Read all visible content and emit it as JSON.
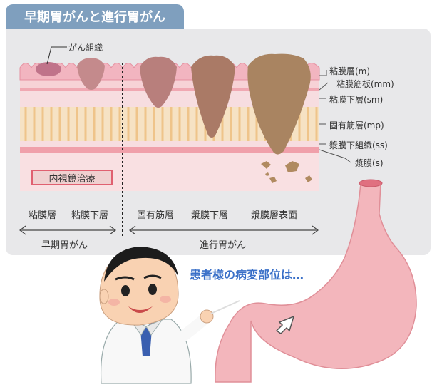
{
  "title": "早期胃がんと進行胃がん",
  "labels": {
    "cancer_tissue": "がん組織",
    "mucosa": "粘膜層(m)",
    "muscularis_mucosae": "粘膜筋板(mm)",
    "submucosa": "粘膜下層(sm)",
    "muscularis_propria": "固有筋層(mp)",
    "subserosa": "漿膜下組織(ss)",
    "serosa": "漿膜(s)"
  },
  "endoscopic_treatment": "内視鏡治療",
  "depth_labels": [
    "粘膜層",
    "粘膜下層",
    "固有筋層",
    "漿膜下層",
    "漿膜層表面"
  ],
  "early_cancer": "早期胃がん",
  "advanced_cancer": "進行胃がん",
  "speech": "患者様の病変部位は…",
  "colors": {
    "title_bg": "#7f9fbe",
    "speech_text": "#3a70c8",
    "stomach": "#f3b6bc"
  }
}
